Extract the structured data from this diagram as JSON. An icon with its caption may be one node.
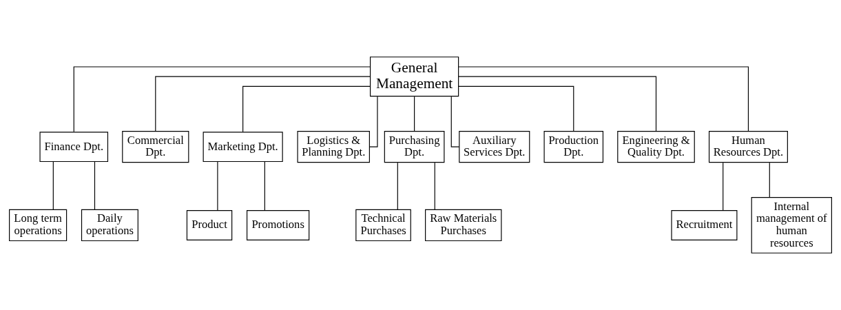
{
  "diagram": {
    "nodes": [
      {
        "text": [
          "General Management"
        ]
      },
      {
        "text": [
          "Finance Dpt."
        ]
      },
      {
        "text": [
          "Commercial Dpt."
        ]
      },
      {
        "text": [
          "Marketing Dpt."
        ]
      },
      {
        "text": [
          "Logistics & Planning Dpt."
        ]
      },
      {
        "text": [
          "Purchasing Dpt."
        ]
      },
      {
        "text": [
          "Auxiliary Services Dpt."
        ]
      },
      {
        "text": [
          "Production Dpt."
        ]
      },
      {
        "text": [
          "Engineering & Quality Dpt."
        ]
      },
      {
        "text": [
          "Human Resources Dpt."
        ]
      },
      {
        "text": [
          "Long term operations"
        ]
      },
      {
        "text": [
          "Daily operations"
        ]
      },
      {
        "text": [
          "Product"
        ]
      },
      {
        "text": [
          "Promotions"
        ]
      },
      {
        "text": [
          "Technical Purchases"
        ]
      },
      {
        "text": [
          "Raw Materials Purchases"
        ]
      },
      {
        "text": [
          "Recruitment"
        ]
      },
      {
        "text": [
          "Internal management of human resources"
        ]
      }
    ],
    "edges": [
      {
        "from": 0,
        "to": 1,
        "arrow": "none"
      },
      {
        "from": 0,
        "to": 2,
        "arrow": "none"
      },
      {
        "from": 0,
        "to": 3,
        "arrow": "none"
      },
      {
        "from": 0,
        "to": 4,
        "arrow": "none"
      },
      {
        "from": 0,
        "to": 5,
        "arrow": "none"
      },
      {
        "from": 0,
        "to": 6,
        "arrow": "none"
      },
      {
        "from": 0,
        "to": 7,
        "arrow": "none"
      },
      {
        "from": 0,
        "to": 8,
        "arrow": "none"
      },
      {
        "from": 0,
        "to": 9,
        "arrow": "none"
      },
      {
        "from": 1,
        "to": 10,
        "arrow": "none"
      },
      {
        "from": 1,
        "to": 11,
        "arrow": "none"
      },
      {
        "from": 3,
        "to": 12,
        "arrow": "none"
      },
      {
        "from": 3,
        "to": 13,
        "arrow": "none"
      },
      {
        "from": 5,
        "to": 14,
        "arrow": "none"
      },
      {
        "from": 5,
        "to": 15,
        "arrow": "none"
      },
      {
        "from": 9,
        "to": 16,
        "arrow": "none"
      },
      {
        "from": 9,
        "to": 17,
        "arrow": "none"
      }
    ]
  }
}
